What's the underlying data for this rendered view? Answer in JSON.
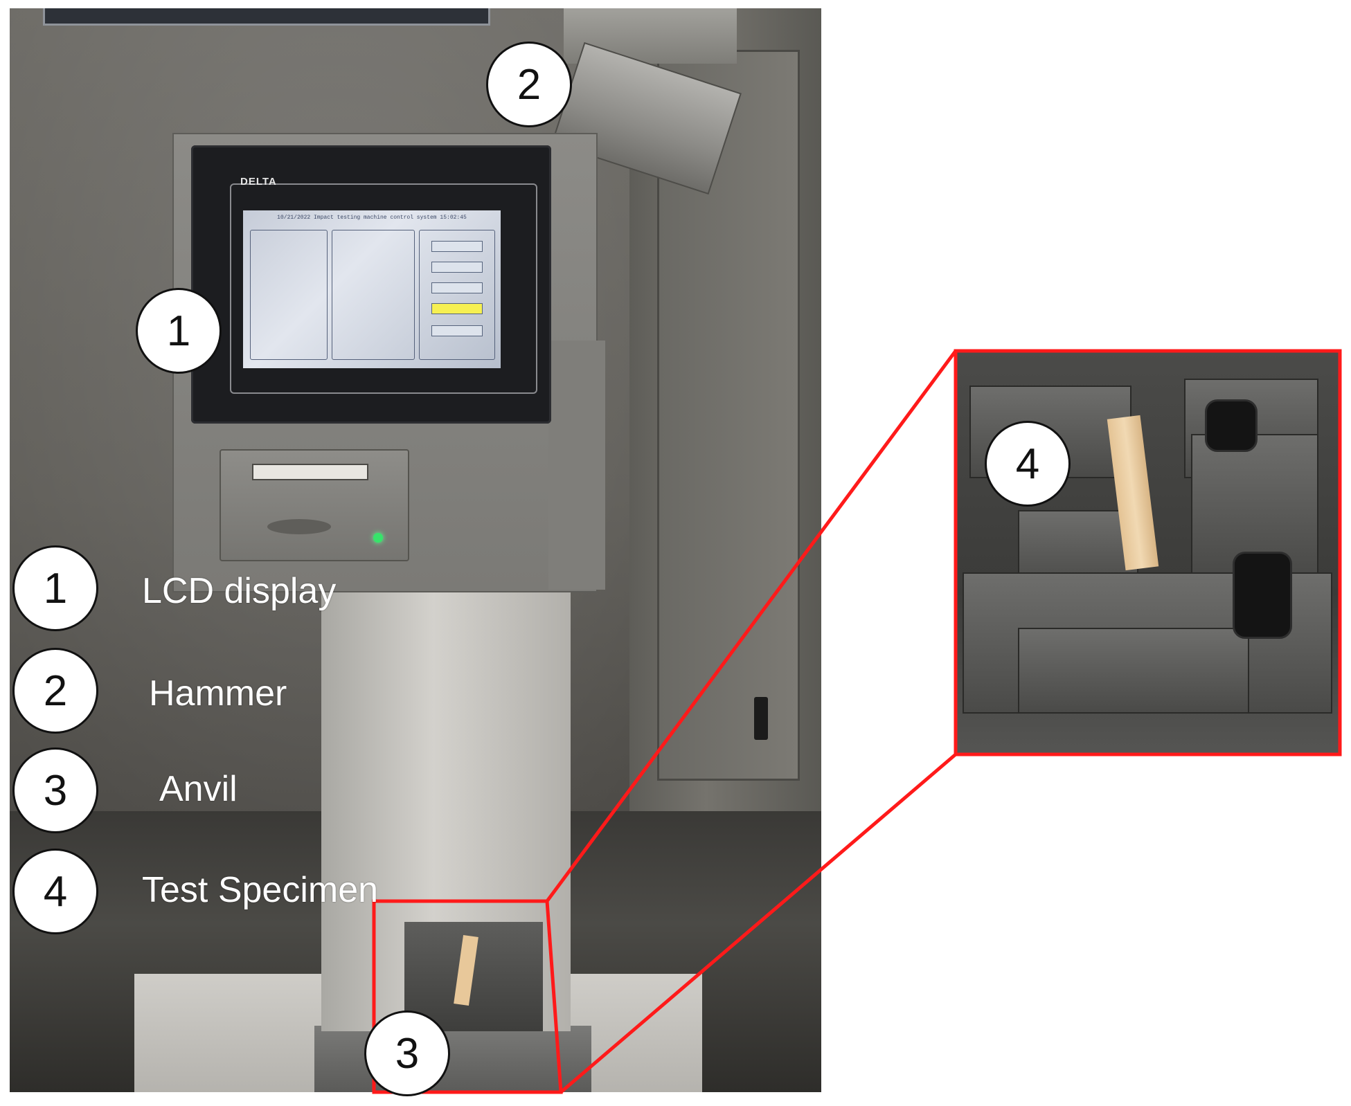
{
  "figure": {
    "screen_brand": "DELTA",
    "screen_header": "10/21/2022  Impact testing machine control system  15:02:45",
    "callout_markers": [
      "1",
      "2",
      "3",
      "4"
    ],
    "legend": [
      {
        "number": "1",
        "label": "LCD display"
      },
      {
        "number": "2",
        "label": "Hammer"
      },
      {
        "number": "3",
        "label": "Anvil"
      },
      {
        "number": "4",
        "label": "Test Specimen"
      }
    ],
    "colors": {
      "callout_line": "#ff1a1a",
      "marker_fill": "#ffffff",
      "legend_text": "#ffffff",
      "lcd_active_button": "#f6f052",
      "status_led": "#36e46a"
    }
  }
}
